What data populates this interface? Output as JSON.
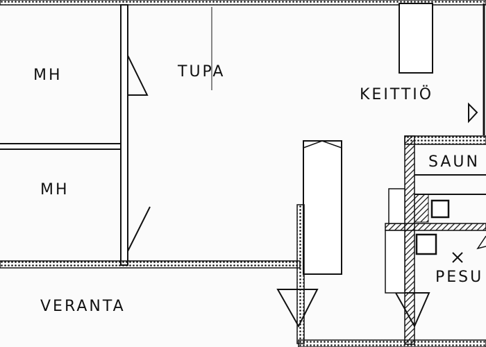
{
  "rooms": {
    "mh_top": "MH",
    "tupa": "TUPA",
    "keittio": "KEITTIÖ",
    "mh_bottom": "MH",
    "sauna": "SAUN",
    "pesu": "PESU",
    "veranta": "VERANTA"
  },
  "colors": {
    "ink": "#111111",
    "paper": "#fbfbfb"
  }
}
